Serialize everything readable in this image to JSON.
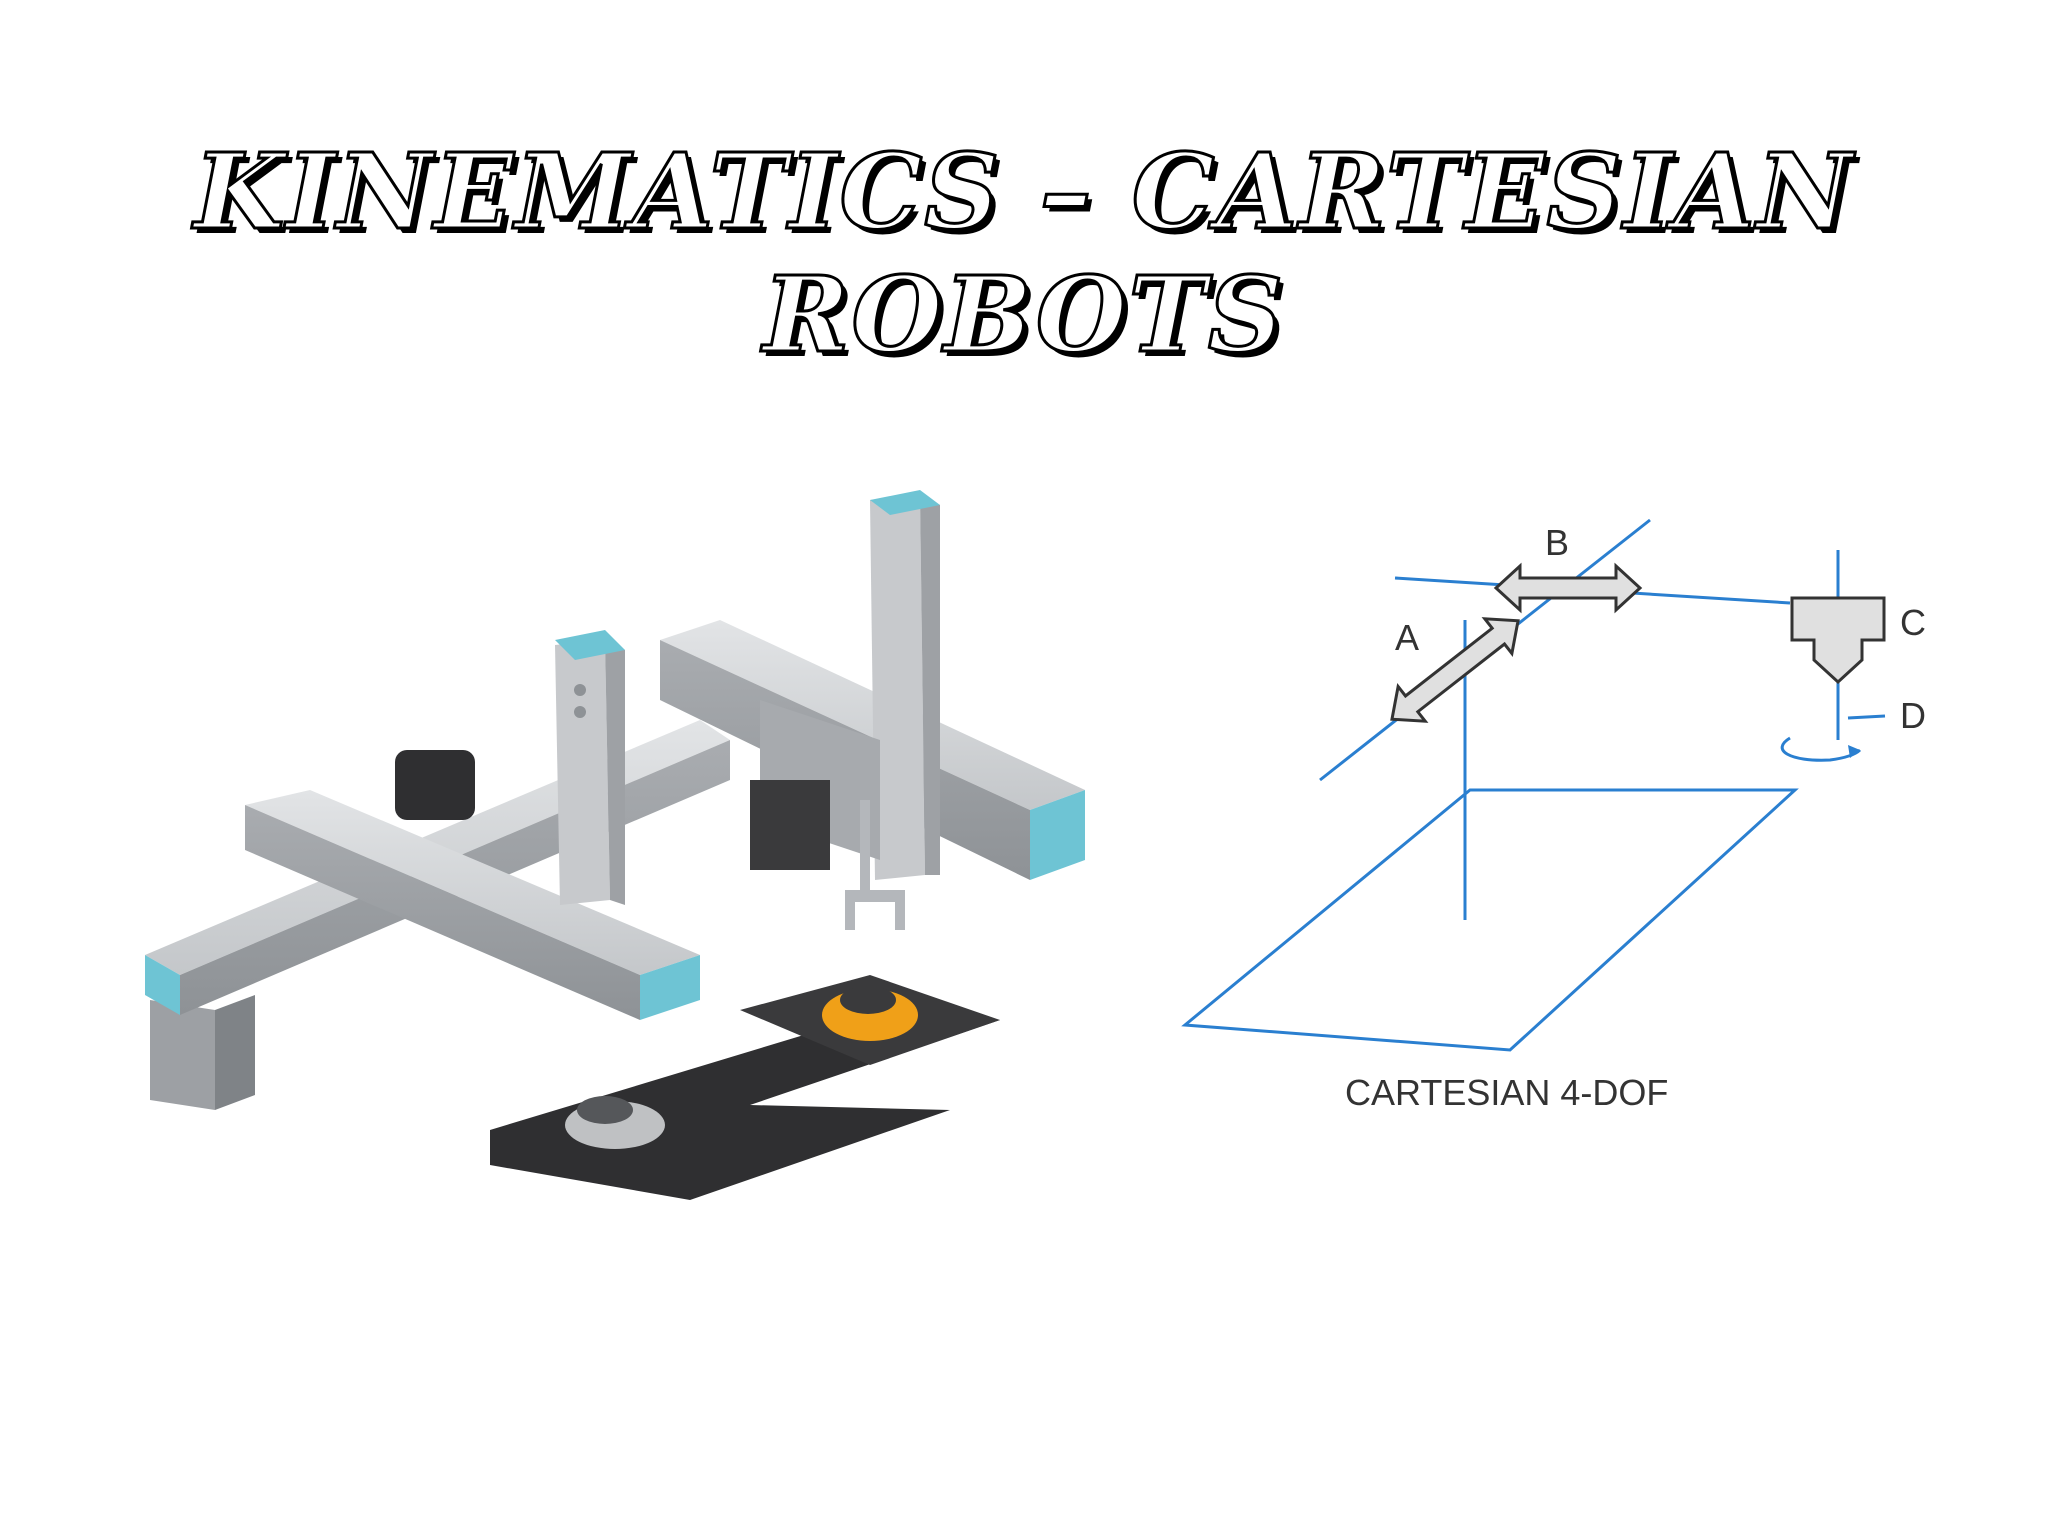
{
  "title": "Kinematics – Cartesian Robots",
  "diagram": {
    "labels": {
      "a": "A",
      "b": "B",
      "c": "C",
      "d": "D"
    },
    "caption": "CARTESIAN 4-DOF"
  },
  "colors": {
    "line_blue": "#2a7fd0",
    "rail_gray": "#b4b7bb",
    "cap_teal": "#6ec4d4",
    "base_dark": "#2f2f31",
    "knob_orange": "#f0a018"
  }
}
